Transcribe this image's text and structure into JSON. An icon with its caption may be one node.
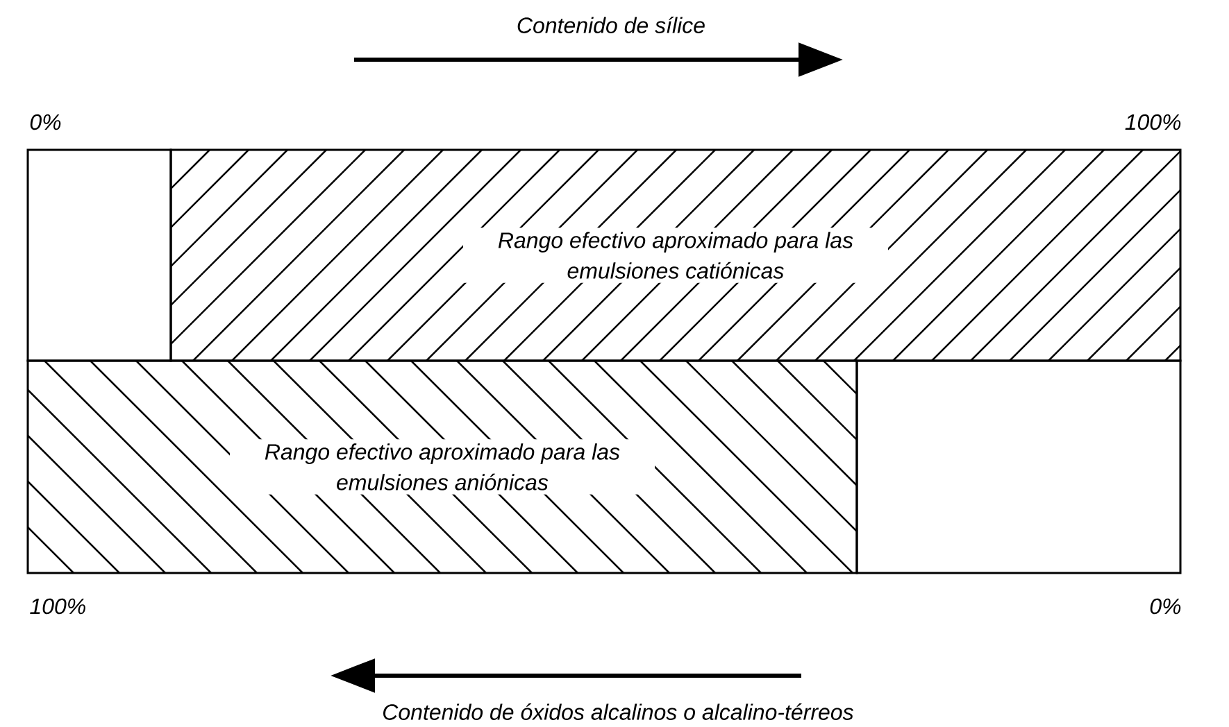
{
  "diagram": {
    "nodes": [
      {
        "text": [],
        "shape": "box"
      },
      {
        "text": [
          "Rango efectivo aproximado para las emulsiones catiónicas"
        ]
      },
      {
        "text": [
          "Rango efectivo aproximado para las emulsiones aniónicas"
        ]
      },
      {
        "text": [],
        "shape": "box"
      }
    ],
    "edges": [],
    "labels": [
      "Contenido de sílice",
      "0%",
      "100%",
      "100%",
      "0%",
      "Contenido de óxidos alcalinos o alcalino-térreos"
    ]
  }
}
